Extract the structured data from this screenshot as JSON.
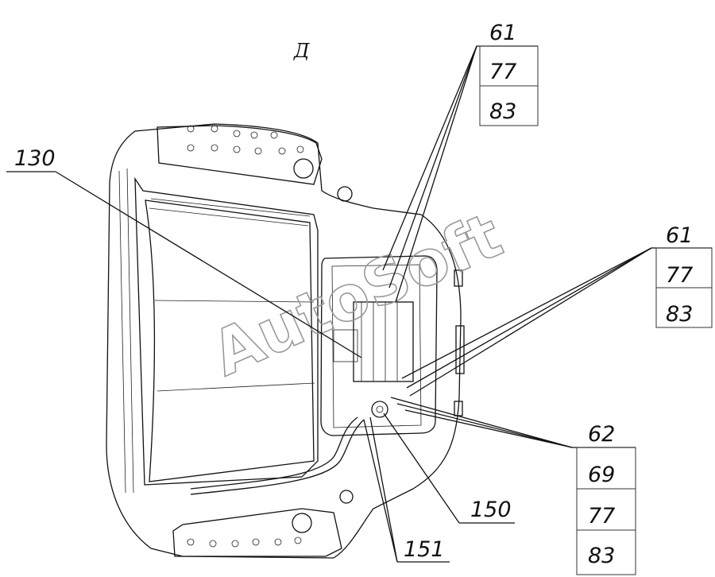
{
  "view_label": "Д",
  "watermark": "AutoSoft",
  "callouts": [
    {
      "id": "group-top",
      "labels": [
        "61",
        "77",
        "83"
      ]
    },
    {
      "id": "group-mid",
      "labels": [
        "61",
        "77",
        "83"
      ]
    },
    {
      "id": "group-bottom",
      "labels": [
        "62",
        "69",
        "77",
        "83"
      ]
    }
  ],
  "single_labels": {
    "left": "130",
    "bottom_right": "150",
    "bottom": "151"
  }
}
